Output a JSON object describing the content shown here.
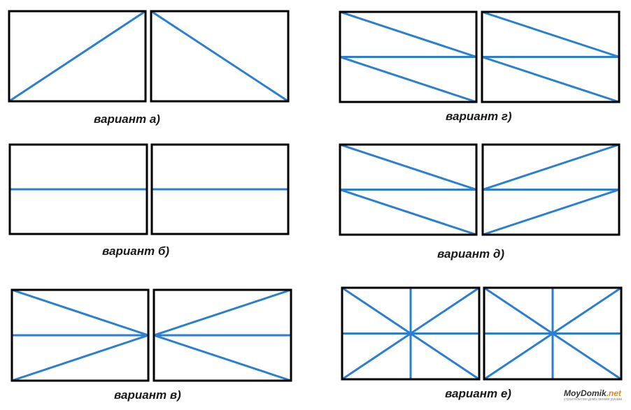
{
  "colors": {
    "frame": "#000000",
    "line": "#2a7fd0",
    "background": "#ffffff"
  },
  "variants": [
    {
      "id": "a",
      "caption": "вариант а)",
      "pattern": "single-diagonal"
    },
    {
      "id": "b",
      "caption": "вариант б)",
      "pattern": "midline"
    },
    {
      "id": "v",
      "caption": "вариант в)",
      "pattern": "fan-to-center"
    },
    {
      "id": "g",
      "caption": "вариант г)",
      "pattern": "midline-parallel-diagonals"
    },
    {
      "id": "d",
      "caption": "вариант д)",
      "pattern": "midline-mirrored-diagonals"
    },
    {
      "id": "e",
      "caption": "вариант е)",
      "pattern": "star"
    }
  ],
  "watermark": {
    "brand": "MoyDomik",
    "domain": ".net",
    "tagline": "строительство дома своими руками"
  }
}
